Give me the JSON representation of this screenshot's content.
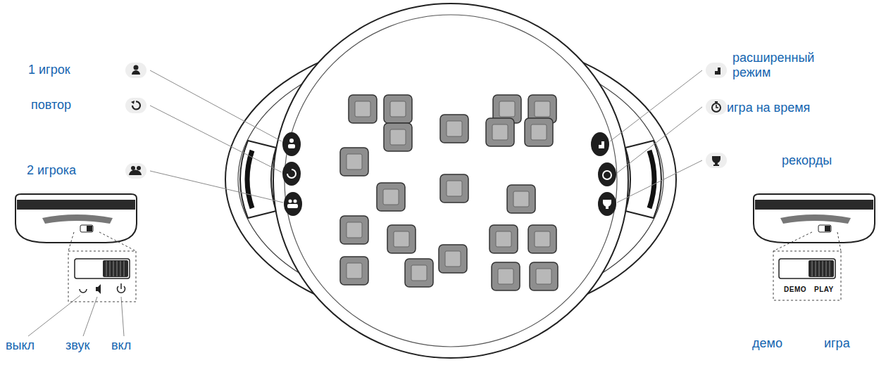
{
  "diagram": {
    "labels": [
      "1 игрок",
      "повтор",
      "2 игрока",
      "выкл",
      "звук",
      "вкл",
      "расширенный режим",
      "игра на время",
      "рекорды",
      "DEMO",
      "PLAY",
      "демо",
      "игра"
    ]
  }
}
